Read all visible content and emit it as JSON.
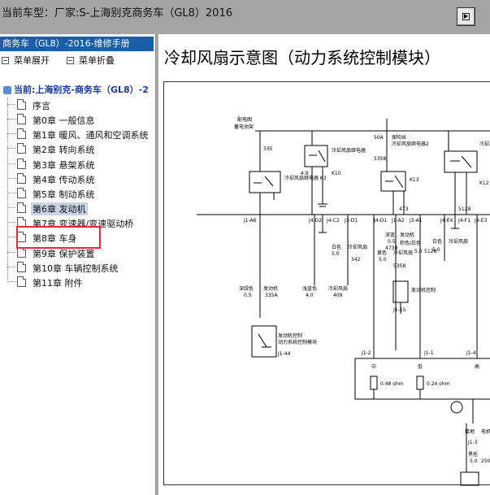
{
  "topbar": {
    "title": "当前车型：厂家:S-上海别克商务车（GL8）2016"
  },
  "left_panel": {
    "header": "商务车（GL8）-2016-维修手册",
    "toolbar": {
      "expand": "菜单展开",
      "collapse": "菜单折叠"
    },
    "current": "当前:上海别克-商务车（GL8）-2",
    "tree": [
      {
        "label": "序言"
      },
      {
        "label": "第0章 一般信息"
      },
      {
        "label": "第1章 暖风、通风和空调系统"
      },
      {
        "label": "第2章 转向系统"
      },
      {
        "label": "第3章 悬架系统"
      },
      {
        "label": "第4章 传动系统"
      },
      {
        "label": "第5章 制动系统"
      },
      {
        "label": "第6章 发动机"
      },
      {
        "label": "第7章 变速器/变速驱动桥"
      },
      {
        "label": "第8章 车身"
      },
      {
        "label": "第9章 保护装置"
      },
      {
        "label": "第10章 车辆控制系统"
      },
      {
        "label": "第11章 附件"
      }
    ],
    "selected_index": 7
  },
  "diagram": {
    "title": "冷却风扇示意图（动力系统控制模块）",
    "labels": {
      "power_dist": "配电图",
      "battery": "蓄电池架",
      "n335": "335",
      "n5358": "5358",
      "fuse50a": "50A",
      "fuse_box": "保险丝",
      "fan_relay2": "冷却风扇继电器2",
      "relay_fan1": "冷却风扇继电器",
      "k10": "K10",
      "k13": "K13",
      "k3": "冷却风扇继电器 K3",
      "k12": "K12",
      "relay_fan_b": "冷却风扇继电器",
      "n49": "4.9",
      "n473": "473",
      "n5128": "5128",
      "j1_a6": "J1-A6",
      "j4_d2": "J4-D2",
      "j4_c2": "J4-C2",
      "j3_d1": "J3-D1",
      "j4_d1": "J4-D1",
      "j1_a2": "J1-A2",
      "j3_a1": "J3-A1",
      "j4_e4": "J4-E4",
      "j4_f1": "J4-F1",
      "j4_e3": "J4-E3",
      "white": "白色",
      "n50a": "5.0",
      "fan_w1": "冷却风扇",
      "n342": "342",
      "deepblue": "深蓝",
      "n05": "0.5",
      "n473b": "473B",
      "engine": "发动机",
      "brown_white": "棕色/白色",
      "n50b": "5.0",
      "n5128b": "5128",
      "white2": "白色",
      "n50c": "5.0",
      "fan_w2": "冷却风扇",
      "yellow": "黄色",
      "n50d": "5.0",
      "fan_w3": "冷却风扇",
      "n5358b": "5358",
      "deep_green": "深绿色",
      "n05b": "0.5",
      "engine_w": "发动机",
      "n335a": "335A",
      "light_blue": "浅蓝色",
      "n40": "4.0",
      "fan_w4": "冷却风扇",
      "n409": "409",
      "engine_ctrl": "发动机控制",
      "j1_15": "J1-15",
      "pcm1": "发动机控制",
      "pcm2": "动力系统控制模块",
      "j1_44": "J1-44",
      "j1_2": "J1-2",
      "j1_1": "J1-1",
      "j1_4": "J1-4",
      "mid": "中",
      "low": "低",
      "high": "高",
      "ohm1": "0.48 ohm",
      "ohm2": "0.24 ohm",
      "ground": "接地",
      "motor": "电机",
      "j1_3": "J1-3",
      "black": "黑色",
      "n50e": "5.0",
      "n250": "250"
    }
  }
}
